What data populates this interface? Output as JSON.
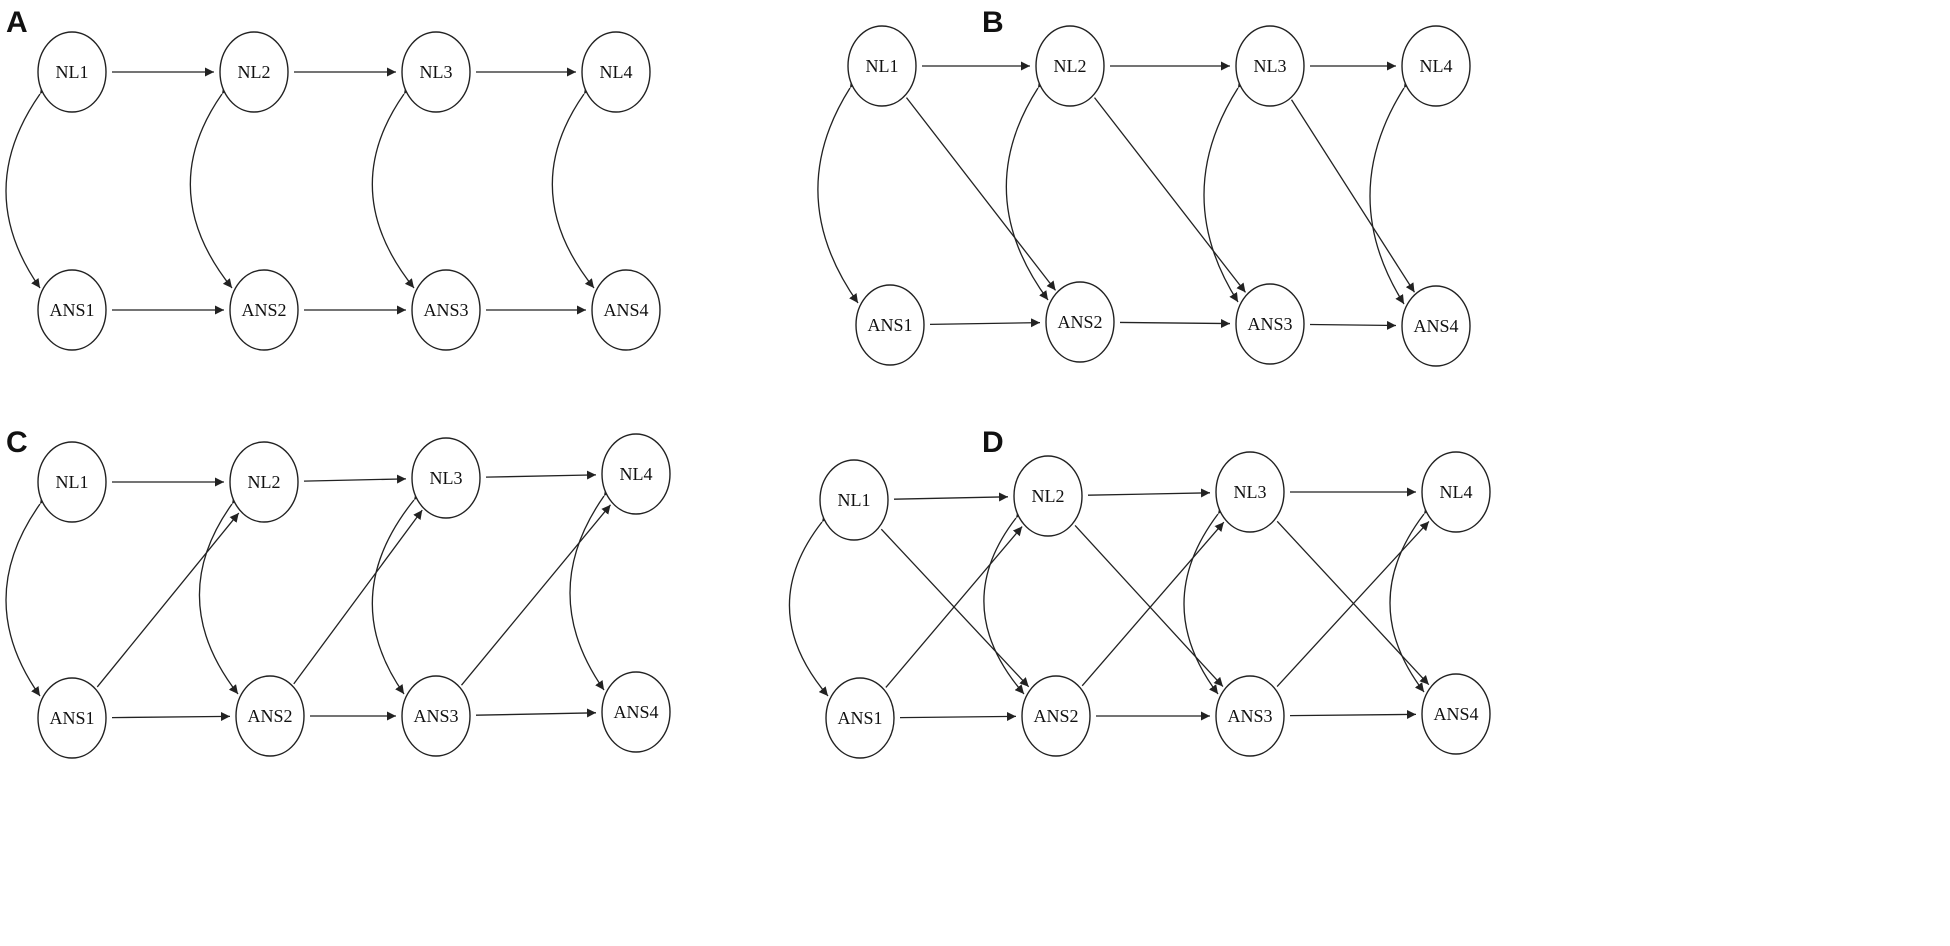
{
  "diagram": {
    "panels": [
      {
        "id": "A",
        "label": "A",
        "nodes": [
          {
            "id": "NL1",
            "label": "NL1"
          },
          {
            "id": "NL2",
            "label": "NL2"
          },
          {
            "id": "NL3",
            "label": "NL3"
          },
          {
            "id": "NL4",
            "label": "NL4"
          },
          {
            "id": "ANS1",
            "label": "ANS1"
          },
          {
            "id": "ANS2",
            "label": "ANS2"
          },
          {
            "id": "ANS3",
            "label": "ANS3"
          },
          {
            "id": "ANS4",
            "label": "ANS4"
          }
        ],
        "edges": [
          {
            "from": "NL1",
            "to": "NL2",
            "type": "directed"
          },
          {
            "from": "NL2",
            "to": "NL3",
            "type": "directed"
          },
          {
            "from": "NL3",
            "to": "NL4",
            "type": "directed"
          },
          {
            "from": "ANS1",
            "to": "ANS2",
            "type": "directed"
          },
          {
            "from": "ANS2",
            "to": "ANS3",
            "type": "directed"
          },
          {
            "from": "ANS3",
            "to": "ANS4",
            "type": "directed"
          },
          {
            "from": "NL1",
            "to": "ANS1",
            "type": "covariance"
          },
          {
            "from": "NL2",
            "to": "ANS2",
            "type": "covariance"
          },
          {
            "from": "NL3",
            "to": "ANS3",
            "type": "covariance"
          },
          {
            "from": "NL4",
            "to": "ANS4",
            "type": "covariance"
          }
        ]
      },
      {
        "id": "B",
        "label": "B",
        "nodes": [
          {
            "id": "NL1",
            "label": "NL1"
          },
          {
            "id": "NL2",
            "label": "NL2"
          },
          {
            "id": "NL3",
            "label": "NL3"
          },
          {
            "id": "NL4",
            "label": "NL4"
          },
          {
            "id": "ANS1",
            "label": "ANS1"
          },
          {
            "id": "ANS2",
            "label": "ANS2"
          },
          {
            "id": "ANS3",
            "label": "ANS3"
          },
          {
            "id": "ANS4",
            "label": "ANS4"
          }
        ],
        "edges": [
          {
            "from": "NL1",
            "to": "NL2",
            "type": "directed"
          },
          {
            "from": "NL2",
            "to": "NL3",
            "type": "directed"
          },
          {
            "from": "NL3",
            "to": "NL4",
            "type": "directed"
          },
          {
            "from": "ANS1",
            "to": "ANS2",
            "type": "directed"
          },
          {
            "from": "ANS2",
            "to": "ANS3",
            "type": "directed"
          },
          {
            "from": "ANS3",
            "to": "ANS4",
            "type": "directed"
          },
          {
            "from": "NL1",
            "to": "ANS2",
            "type": "directed"
          },
          {
            "from": "NL2",
            "to": "ANS3",
            "type": "directed"
          },
          {
            "from": "NL3",
            "to": "ANS4",
            "type": "directed"
          },
          {
            "from": "NL1",
            "to": "ANS1",
            "type": "covariance"
          },
          {
            "from": "NL2",
            "to": "ANS2",
            "type": "covariance"
          },
          {
            "from": "NL3",
            "to": "ANS3",
            "type": "covariance"
          },
          {
            "from": "NL4",
            "to": "ANS4",
            "type": "covariance"
          }
        ]
      },
      {
        "id": "C",
        "label": "C",
        "nodes": [
          {
            "id": "NL1",
            "label": "NL1"
          },
          {
            "id": "NL2",
            "label": "NL2"
          },
          {
            "id": "NL3",
            "label": "NL3"
          },
          {
            "id": "NL4",
            "label": "NL4"
          },
          {
            "id": "ANS1",
            "label": "ANS1"
          },
          {
            "id": "ANS2",
            "label": "ANS2"
          },
          {
            "id": "ANS3",
            "label": "ANS3"
          },
          {
            "id": "ANS4",
            "label": "ANS4"
          }
        ],
        "edges": [
          {
            "from": "NL1",
            "to": "NL2",
            "type": "directed"
          },
          {
            "from": "NL2",
            "to": "NL3",
            "type": "directed"
          },
          {
            "from": "NL3",
            "to": "NL4",
            "type": "directed"
          },
          {
            "from": "ANS1",
            "to": "ANS2",
            "type": "directed"
          },
          {
            "from": "ANS2",
            "to": "ANS3",
            "type": "directed"
          },
          {
            "from": "ANS3",
            "to": "ANS4",
            "type": "directed"
          },
          {
            "from": "ANS1",
            "to": "NL2",
            "type": "directed"
          },
          {
            "from": "ANS2",
            "to": "NL3",
            "type": "directed"
          },
          {
            "from": "ANS3",
            "to": "NL4",
            "type": "directed"
          },
          {
            "from": "NL1",
            "to": "ANS1",
            "type": "covariance"
          },
          {
            "from": "NL2",
            "to": "ANS2",
            "type": "covariance"
          },
          {
            "from": "NL3",
            "to": "ANS3",
            "type": "covariance"
          },
          {
            "from": "NL4",
            "to": "ANS4",
            "type": "covariance"
          }
        ]
      },
      {
        "id": "D",
        "label": "D",
        "nodes": [
          {
            "id": "NL1",
            "label": "NL1"
          },
          {
            "id": "NL2",
            "label": "NL2"
          },
          {
            "id": "NL3",
            "label": "NL3"
          },
          {
            "id": "NL4",
            "label": "NL4"
          },
          {
            "id": "ANS1",
            "label": "ANS1"
          },
          {
            "id": "ANS2",
            "label": "ANS2"
          },
          {
            "id": "ANS3",
            "label": "ANS3"
          },
          {
            "id": "ANS4",
            "label": "ANS4"
          }
        ],
        "edges": [
          {
            "from": "NL1",
            "to": "NL2",
            "type": "directed"
          },
          {
            "from": "NL2",
            "to": "NL3",
            "type": "directed"
          },
          {
            "from": "NL3",
            "to": "NL4",
            "type": "directed"
          },
          {
            "from": "ANS1",
            "to": "ANS2",
            "type": "directed"
          },
          {
            "from": "ANS2",
            "to": "ANS3",
            "type": "directed"
          },
          {
            "from": "ANS3",
            "to": "ANS4",
            "type": "directed"
          },
          {
            "from": "NL1",
            "to": "ANS2",
            "type": "directed"
          },
          {
            "from": "NL2",
            "to": "ANS3",
            "type": "directed"
          },
          {
            "from": "NL3",
            "to": "ANS4",
            "type": "directed"
          },
          {
            "from": "ANS1",
            "to": "NL2",
            "type": "directed"
          },
          {
            "from": "ANS2",
            "to": "NL3",
            "type": "directed"
          },
          {
            "from": "ANS3",
            "to": "NL4",
            "type": "directed"
          },
          {
            "from": "NL1",
            "to": "ANS1",
            "type": "covariance"
          },
          {
            "from": "NL2",
            "to": "ANS2",
            "type": "covariance"
          },
          {
            "from": "NL3",
            "to": "ANS3",
            "type": "covariance"
          },
          {
            "from": "NL4",
            "to": "ANS4",
            "type": "covariance"
          }
        ]
      }
    ]
  }
}
